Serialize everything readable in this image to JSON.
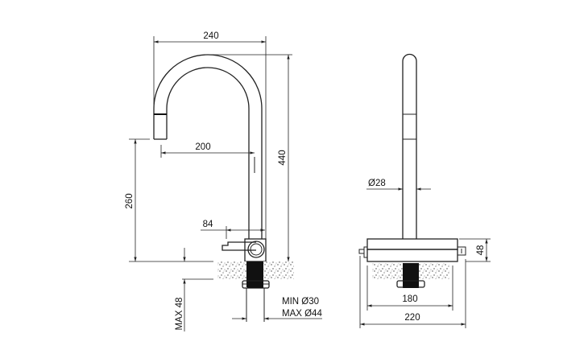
{
  "drawing": {
    "title": "Tap dimension drawing",
    "dimensions": {
      "spout_reach_total": "240",
      "spout_reach": "200",
      "overall_height": "440",
      "spout_height": "260",
      "lever_offset": "84",
      "max_counter_thickness": "MAX 48",
      "hole_min": "MIN Ø30",
      "hole_max": "MAX Ø44",
      "tube_diameter": "Ø28",
      "base_width_inner": "180",
      "base_width_total": "220",
      "base_height": "48"
    },
    "colors": {
      "line": "#222222",
      "fill_black": "#111111",
      "background": "#ffffff"
    }
  }
}
